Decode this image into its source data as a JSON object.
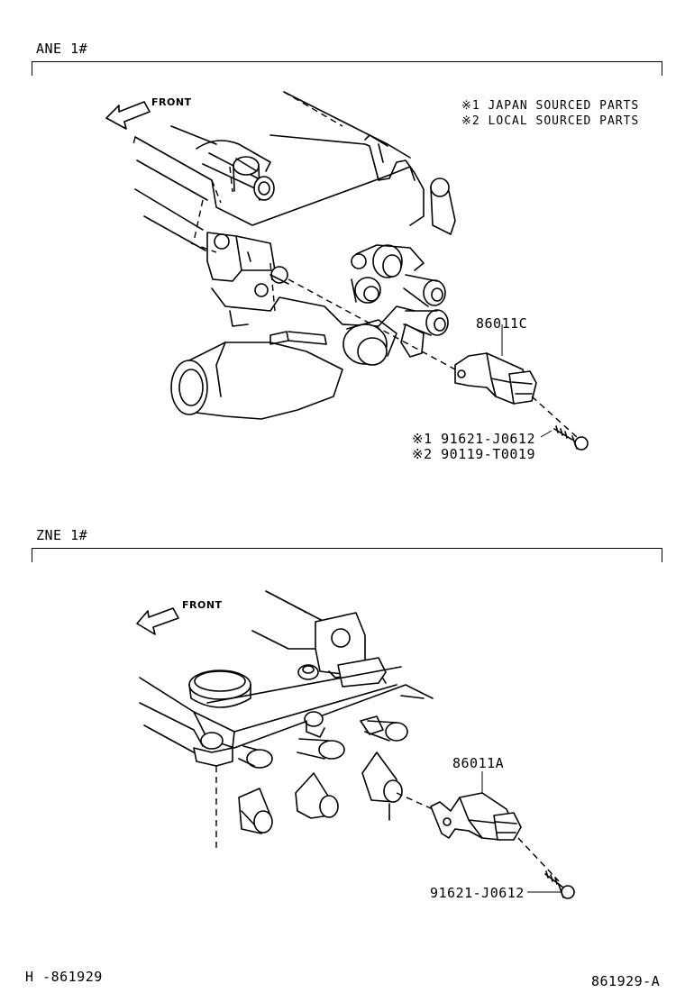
{
  "sections": [
    {
      "label": "ANE 1#",
      "front_label": "FRONT",
      "notes": [
        "※1  JAPAN SOURCED PARTS",
        "※2  LOCAL SOURCED PARTS"
      ],
      "part_number": "86011C",
      "bolt_parts": [
        "※1  91621-J0612",
        "※2  90119-T0019"
      ]
    },
    {
      "label": "ZNE 1#",
      "front_label": "FRONT",
      "part_number": "86011A",
      "bolt_parts": [
        "91621-J0612"
      ]
    }
  ],
  "footer": {
    "left_code": "H  -861929",
    "right_code": "861929-A"
  },
  "icons": [
    "front-arrow-icon",
    "sensor-icon",
    "bolt-icon",
    "engine-block-illustration"
  ]
}
